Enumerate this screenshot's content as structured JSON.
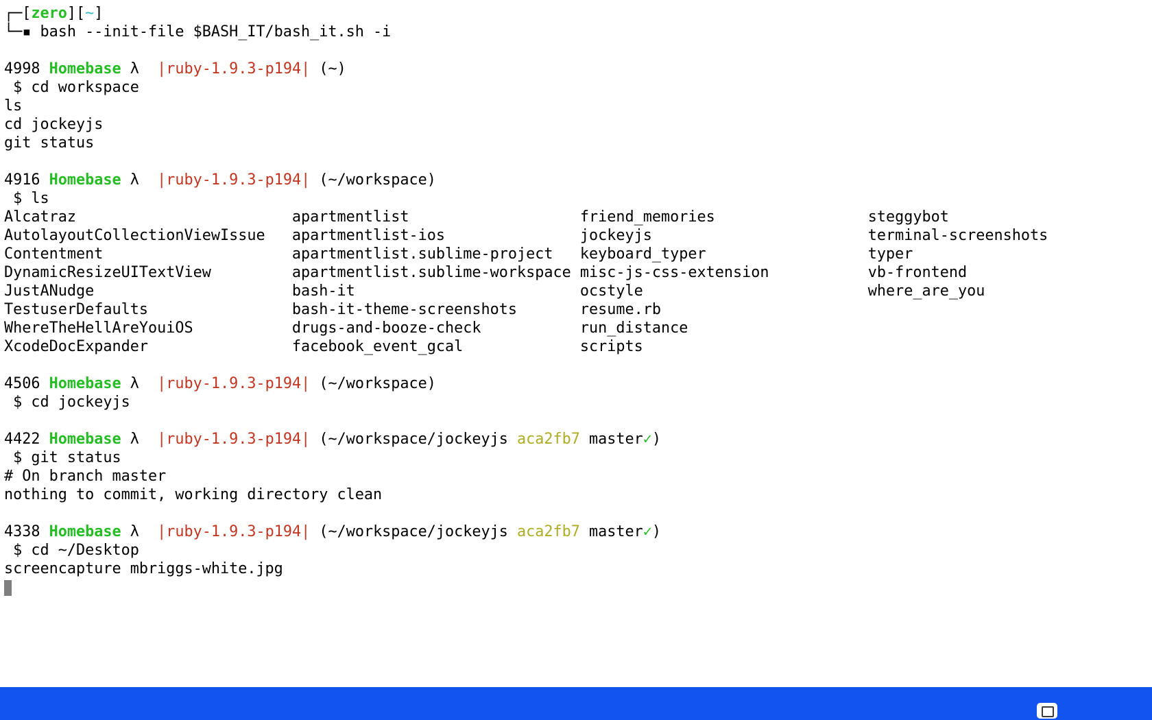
{
  "colors": {
    "fg": "#000000",
    "green": "#25bc24",
    "red": "#c23621",
    "yellow": "#adad27",
    "cyan": "#33bbc8",
    "cursor": "#7f7f7f",
    "desktop_blue": "#1254f0"
  },
  "terminal": {
    "ls_column_width": 32,
    "lines": [
      {
        "name": "shell-header-line-1",
        "segments": [
          {
            "t": "┌─[",
            "c": "fg"
          },
          {
            "t": "zero",
            "c": "green",
            "b": true
          },
          {
            "t": "][",
            "c": "fg"
          },
          {
            "t": "~",
            "c": "cyan"
          },
          {
            "t": "]",
            "c": "fg"
          }
        ]
      },
      {
        "name": "shell-header-line-2",
        "segments": [
          {
            "t": "└─▪ bash --init-file $BASH_IT/bash_it.sh -i",
            "c": "fg"
          }
        ]
      },
      {
        "name": "blank-line",
        "segments": []
      },
      {
        "name": "prompt-4998",
        "segments": [
          {
            "t": "4998 ",
            "c": "fg"
          },
          {
            "t": "Homebase",
            "c": "green",
            "b": true
          },
          {
            "t": " λ  ",
            "c": "fg"
          },
          {
            "t": "|ruby-1.9.3-p194|",
            "c": "red"
          },
          {
            "t": " (~)",
            "c": "fg"
          }
        ]
      },
      {
        "name": "command-cd-workspace",
        "segments": [
          {
            "t": " $ cd workspace",
            "c": "fg"
          }
        ]
      },
      {
        "name": "queued-command-ls",
        "segments": [
          {
            "t": "ls",
            "c": "fg"
          }
        ]
      },
      {
        "name": "queued-command-cd-jockeyjs",
        "segments": [
          {
            "t": "cd jockeyjs",
            "c": "fg"
          }
        ]
      },
      {
        "name": "queued-command-git-status",
        "segments": [
          {
            "t": "git status",
            "c": "fg"
          }
        ]
      },
      {
        "name": "blank-line",
        "segments": []
      },
      {
        "name": "prompt-4916",
        "segments": [
          {
            "t": "4916 ",
            "c": "fg"
          },
          {
            "t": "Homebase",
            "c": "green",
            "b": true
          },
          {
            "t": " λ  ",
            "c": "fg"
          },
          {
            "t": "|ruby-1.9.3-p194|",
            "c": "red"
          },
          {
            "t": " (~/workspace)",
            "c": "fg"
          }
        ]
      },
      {
        "name": "command-ls",
        "segments": [
          {
            "t": " $ ls",
            "c": "fg"
          }
        ]
      },
      {
        "name": "ls-output-row",
        "type": "columns",
        "cells": [
          "Alcatraz",
          "apartmentlist",
          "friend_memories",
          "steggybot"
        ]
      },
      {
        "name": "ls-output-row",
        "type": "columns",
        "cells": [
          "AutolayoutCollectionViewIssue",
          "apartmentlist-ios",
          "jockeyjs",
          "terminal-screenshots"
        ]
      },
      {
        "name": "ls-output-row",
        "type": "columns",
        "cells": [
          "Contentment",
          "apartmentlist.sublime-project",
          "keyboard_typer",
          "typer"
        ]
      },
      {
        "name": "ls-output-row",
        "type": "columns",
        "cells": [
          "DynamicResizeUITextView",
          "apartmentlist.sublime-workspace",
          "misc-js-css-extension",
          "vb-frontend"
        ]
      },
      {
        "name": "ls-output-row",
        "type": "columns",
        "cells": [
          "JustANudge",
          "bash-it",
          "ocstyle",
          "where_are_you"
        ]
      },
      {
        "name": "ls-output-row",
        "type": "columns",
        "cells": [
          "TestuserDefaults",
          "bash-it-theme-screenshots",
          "resume.rb"
        ]
      },
      {
        "name": "ls-output-row",
        "type": "columns",
        "cells": [
          "WhereTheHellAreYouiOS",
          "drugs-and-booze-check",
          "run_distance"
        ]
      },
      {
        "name": "ls-output-row",
        "type": "columns",
        "cells": [
          "XcodeDocExpander",
          "facebook_event_gcal",
          "scripts"
        ]
      },
      {
        "name": "blank-line",
        "segments": []
      },
      {
        "name": "prompt-4506",
        "segments": [
          {
            "t": "4506 ",
            "c": "fg"
          },
          {
            "t": "Homebase",
            "c": "green",
            "b": true
          },
          {
            "t": " λ  ",
            "c": "fg"
          },
          {
            "t": "|ruby-1.9.3-p194|",
            "c": "red"
          },
          {
            "t": " (~/workspace)",
            "c": "fg"
          }
        ]
      },
      {
        "name": "command-cd-jockeyjs",
        "segments": [
          {
            "t": " $ cd jockeyjs",
            "c": "fg"
          }
        ]
      },
      {
        "name": "blank-line",
        "segments": []
      },
      {
        "name": "prompt-4422",
        "segments": [
          {
            "t": "4422 ",
            "c": "fg"
          },
          {
            "t": "Homebase",
            "c": "green",
            "b": true
          },
          {
            "t": " λ  ",
            "c": "fg"
          },
          {
            "t": "|ruby-1.9.3-p194|",
            "c": "red"
          },
          {
            "t": " (~/workspace/jockeyjs ",
            "c": "fg"
          },
          {
            "t": "aca2fb7",
            "c": "yellow"
          },
          {
            "t": " master",
            "c": "fg"
          },
          {
            "t": "✓",
            "c": "green"
          },
          {
            "t": ")",
            "c": "fg"
          }
        ]
      },
      {
        "name": "command-git-status",
        "segments": [
          {
            "t": " $ git status",
            "c": "fg"
          }
        ]
      },
      {
        "name": "git-output-branch",
        "segments": [
          {
            "t": "# On branch master",
            "c": "fg"
          }
        ]
      },
      {
        "name": "git-output-clean",
        "segments": [
          {
            "t": "nothing to commit, working directory clean",
            "c": "fg"
          }
        ]
      },
      {
        "name": "blank-line",
        "segments": []
      },
      {
        "name": "prompt-4338",
        "segments": [
          {
            "t": "4338 ",
            "c": "fg"
          },
          {
            "t": "Homebase",
            "c": "green",
            "b": true
          },
          {
            "t": " λ  ",
            "c": "fg"
          },
          {
            "t": "|ruby-1.9.3-p194|",
            "c": "red"
          },
          {
            "t": " (~/workspace/jockeyjs ",
            "c": "fg"
          },
          {
            "t": "aca2fb7",
            "c": "yellow"
          },
          {
            "t": " master",
            "c": "fg"
          },
          {
            "t": "✓",
            "c": "green"
          },
          {
            "t": ")",
            "c": "fg"
          }
        ]
      },
      {
        "name": "command-cd-desktop",
        "segments": [
          {
            "t": " $ cd ~/Desktop",
            "c": "fg"
          }
        ]
      },
      {
        "name": "queued-command-screencapture",
        "segments": [
          {
            "t": "screencapture mbriggs-white.jpg",
            "c": "fg"
          }
        ]
      },
      {
        "name": "cursor-line",
        "type": "cursor"
      }
    ]
  }
}
